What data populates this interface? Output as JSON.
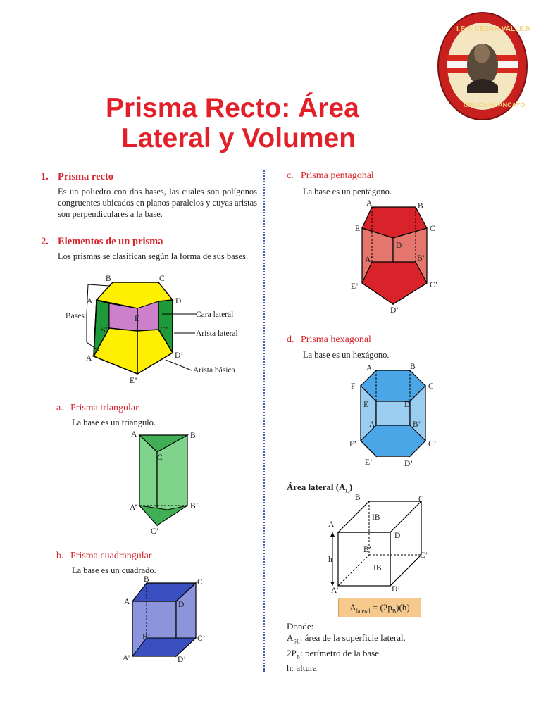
{
  "title": {
    "line1": "Prisma Recto: Área",
    "line2": "Lateral y Volumen"
  },
  "logo": {
    "top_text": "I.E.P. CESAR VALLEJO",
    "bottom_text": "CHILCA HUANCAYO"
  },
  "s1": {
    "num": "1.",
    "heading": "Prisma recto",
    "text": "Es un poliedro con dos bases, las cuales son polígonos congruentes ubicados en planos paralelos y cuyas aristas son perpendiculares a la base."
  },
  "s2": {
    "num": "2.",
    "heading": "Elementos de un prisma",
    "text": "Los prismas se clasifican según la forma de sus bases."
  },
  "elements_fig": {
    "vertices": {
      "A": "A",
      "B": "B",
      "C": "C",
      "D": "D",
      "E": "E",
      "Ap": "A’",
      "Bp": "B’",
      "Cp": "C’",
      "Dp": "D’",
      "Ep": "E’"
    },
    "bases": "Bases",
    "cara_lateral": "Cara lateral",
    "arista_lateral": "Arista lateral",
    "arista_basica": "Arista básica"
  },
  "a": {
    "letter": "a.",
    "heading": "Prisma triangular",
    "text": "La base es un triángulo.",
    "v": {
      "A": "A",
      "B": "B",
      "C": "C",
      "Ap": "A’",
      "Bp": "B’",
      "Cp": "C’"
    }
  },
  "b": {
    "letter": "b.",
    "heading": "Prisma cuadrangular",
    "text": "La base es un cuadrado.",
    "v": {
      "A": "A",
      "B": "B",
      "C": "C",
      "D": "D",
      "Ap": "A’",
      "Bp": "B’",
      "Cp": "C’",
      "Dp": "D’"
    }
  },
  "c": {
    "letter": "c.",
    "heading": "Prisma pentagonal",
    "text": "La base es un pentágono.",
    "v": {
      "A": "A",
      "B": "B",
      "C": "C",
      "D": "D",
      "E": "E",
      "Ap": "A’",
      "Bp": "B’",
      "Cp": "C’",
      "Dp": "D’",
      "Ep": "E’"
    }
  },
  "d": {
    "letter": "d.",
    "heading": "Prisma hexagonal",
    "text": "La base es un hexágono.",
    "v": {
      "A": "A",
      "B": "B",
      "C": "C",
      "D": "D",
      "E": "E",
      "F": "F",
      "Ap": "A’",
      "Bp": "B’",
      "Cp": "C’",
      "Dp": "D’",
      "Ep": "E’",
      "Fp": "F’"
    }
  },
  "area": {
    "heading": "Área lateral (A",
    "heading_sub": "L",
    "heading_end": ")",
    "v": {
      "A": "A",
      "B": "B",
      "C": "C",
      "D": "D",
      "Ap": "A’",
      "Bp": "B’",
      "Cp": "C’",
      "Dp": "D’",
      "IB_top": "IB",
      "IB_bottom": "IB",
      "h": "h"
    },
    "formula_A": "A",
    "formula_sub": "lateral",
    "formula_eq": " = (2p",
    "formula_sub2": "B",
    "formula_end": ")(h)",
    "donde": "Donde:",
    "l1_a": "A",
    "l1_sub": "SL",
    "l1_rest": ": área de la superficie lateral.",
    "l2_a": "2P",
    "l2_sub": "B",
    "l2_rest": ": perímetro de la base.",
    "l3": "h: altura"
  },
  "colors": {
    "title_red": "#e3202a",
    "yellow": "#ffef00",
    "green_dark": "#1f9a3a",
    "violet": "#cc80cc",
    "green_light": "#7fd38a",
    "blue": "#3a4fc0",
    "red": "#d8232a",
    "sky": "#4aa6e6",
    "formula_bg": "#f6c98c"
  }
}
